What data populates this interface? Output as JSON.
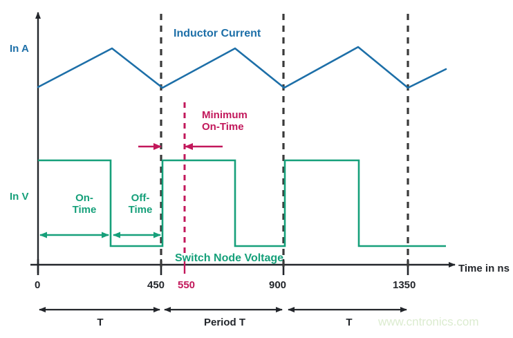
{
  "figure": {
    "title_inductor": "Inductor Current",
    "title_switchnode": "Switch Node Voltage",
    "axis_label_current": "In A",
    "axis_label_voltage": "In V",
    "axis_label_time": "Time in ns",
    "annotation_minimum_on_time": "Minimum\nOn-Time",
    "annotation_on_time": "On-\nTime",
    "annotation_off_time": "Off-\nTime",
    "watermark": "www.cntronics.com",
    "colors": {
      "inductor_current": "#1d6fa8",
      "switch_node_voltage": "#16a07a",
      "minimum_on_time": "#c2185b",
      "axis": "#23262b",
      "marker_dashed": "#3a3a3a",
      "watermark": "#dcecd0",
      "background": "#ffffff"
    },
    "x_ticks": [
      {
        "label": "0",
        "value": 0,
        "x": 55,
        "color": "#23262b"
      },
      {
        "label": "450",
        "value": 450,
        "x": 233,
        "color": "#23262b"
      },
      {
        "label": "550",
        "value": 550,
        "x": 267,
        "color": "#c2185b"
      },
      {
        "label": "900",
        "value": 900,
        "x": 410,
        "color": "#23262b"
      },
      {
        "label": "1350",
        "value": 1350,
        "x": 590,
        "color": "#23262b"
      }
    ],
    "period_segments": [
      {
        "label": "T",
        "start": 0,
        "end": 450
      },
      {
        "label": "Period T",
        "start": 450,
        "end": 900
      },
      {
        "label": "T",
        "start": 900,
        "end": 1350
      }
    ]
  },
  "chart_data": {
    "type": "line",
    "title": "Inductor Current and Switch Node Voltage vs Time",
    "xlabel": "Time in ns",
    "ylabel": "In A / In V",
    "xlim": [
      0,
      1500
    ],
    "xticks": [
      0,
      450,
      550,
      900,
      1350
    ],
    "grid": false,
    "legend": "inline-annotations",
    "series": [
      {
        "name": "Inductor Current",
        "unit": "A",
        "color": "#1d6fa8",
        "shape": "triangular-ripple",
        "points": [
          {
            "t": 0,
            "level": "valley"
          },
          {
            "t": 270,
            "level": "peak"
          },
          {
            "t": 450,
            "level": "valley"
          },
          {
            "t": 720,
            "level": "peak"
          },
          {
            "t": 900,
            "level": "valley"
          },
          {
            "t": 1170,
            "level": "peak"
          },
          {
            "t": 1350,
            "level": "valley"
          },
          {
            "t": 1490,
            "level": "rising"
          }
        ]
      },
      {
        "name": "Switch Node Voltage",
        "unit": "V",
        "color": "#16a07a",
        "shape": "square-pulse",
        "transitions": [
          {
            "t": 0,
            "state": "high"
          },
          {
            "t": 270,
            "state": "low"
          },
          {
            "t": 450,
            "state": "high"
          },
          {
            "t": 720,
            "state": "low"
          },
          {
            "t": 900,
            "state": "high"
          },
          {
            "t": 1170,
            "state": "low"
          },
          {
            "t": 1490,
            "state": "low"
          }
        ]
      }
    ],
    "annotations": [
      {
        "text": "On-Time",
        "from_t": 0,
        "to_t": 270,
        "color": "#16a07a"
      },
      {
        "text": "Off-Time",
        "from_t": 270,
        "to_t": 450,
        "color": "#16a07a"
      },
      {
        "text": "Minimum On-Time",
        "from_t": 450,
        "to_t": 550,
        "color": "#c2185b"
      }
    ]
  }
}
